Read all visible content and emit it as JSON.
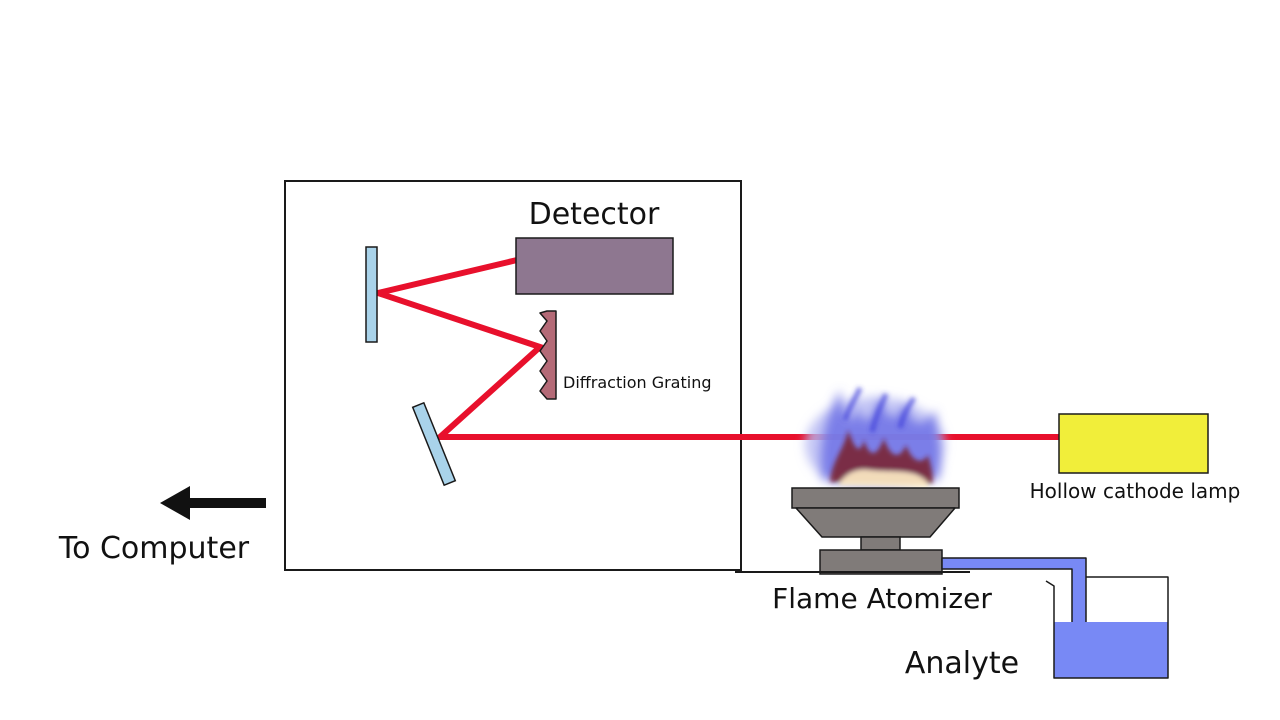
{
  "labels": {
    "detector": "Detector",
    "diffraction_grating": "Diffraction Grating",
    "hollow_cathode_lamp": "Hollow cathode lamp",
    "flame_atomizer": "Flame Atomizer",
    "analyte": "Analyte",
    "to_computer": "To Computer"
  },
  "colors": {
    "beam": "#e8102c",
    "mirror": "#a9d3ea",
    "detector": "#8e7790",
    "grating": "#b46a77",
    "lamp": "#f1ee3a",
    "burner": "#807b79",
    "liquid": "#7889f5",
    "outline": "#1a1a1a"
  }
}
